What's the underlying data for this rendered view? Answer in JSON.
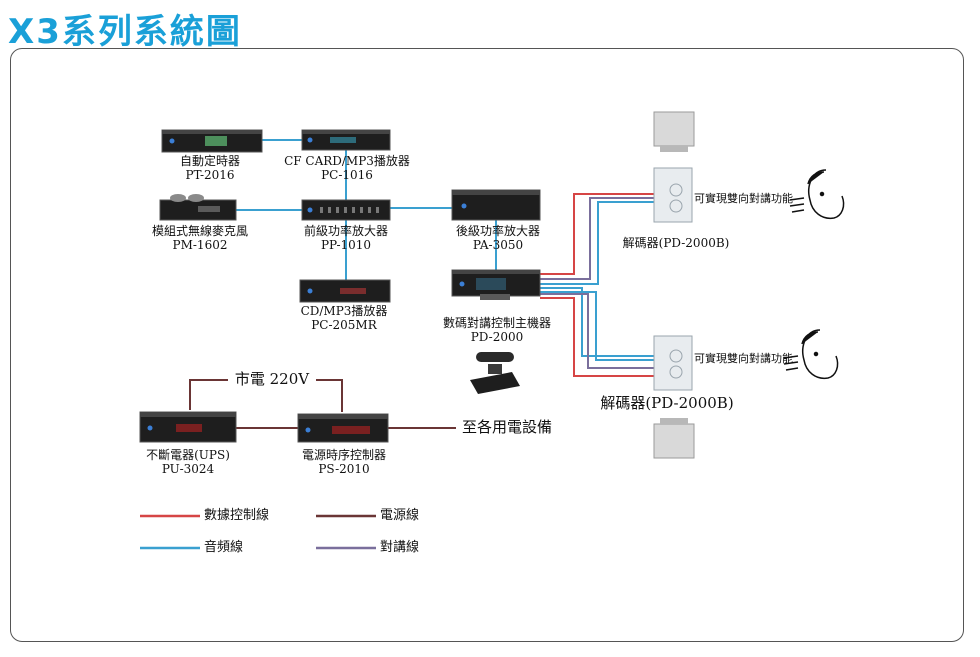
{
  "title": "X3系列系統圖",
  "devices": {
    "timer": {
      "name": "自動定時器",
      "model": "PT-2016"
    },
    "mp3": {
      "name": "CF CARD/MP3播放器",
      "model": "PC-1016"
    },
    "mic": {
      "name": "模組式無線麥克風",
      "model": "PM-1602"
    },
    "preamp": {
      "name": "前級功率放大器",
      "model": "PP-1010"
    },
    "poweramp": {
      "name": "後級功率放大器",
      "model": "PA-3050"
    },
    "cd": {
      "name": "CD/MP3播放器",
      "model": "PC-205MR"
    },
    "host": {
      "name": "數碼對講控制主機器",
      "model": "PD-2000"
    },
    "ups": {
      "name": "不斷電器(UPS)",
      "model": "PU-3024"
    },
    "sequencer": {
      "name": "電源時序控制器",
      "model": "PS-2010"
    },
    "decoder_top": {
      "name": "解碼器(PD-2000B)",
      "talk": "可實現雙向對講功能"
    },
    "decoder_bottom": {
      "name": "解碼器(PD-2000B)",
      "talk": "可實現雙向對講功能"
    }
  },
  "mains_label": "市電 220V",
  "to_equipment_label": "至各用電設備",
  "legend": [
    {
      "label": "數據控制線",
      "color": "#d64545"
    },
    {
      "label": "電源線",
      "color": "#6a3535"
    },
    {
      "label": "音頻線",
      "color": "#3aa0d0"
    },
    {
      "label": "對講線",
      "color": "#7a6f9c"
    }
  ],
  "colors": {
    "title": "#1aa0d8",
    "audio": "#3aa0d0",
    "data": "#d64545",
    "power": "#6a3535",
    "intercom": "#7a6f9c"
  }
}
